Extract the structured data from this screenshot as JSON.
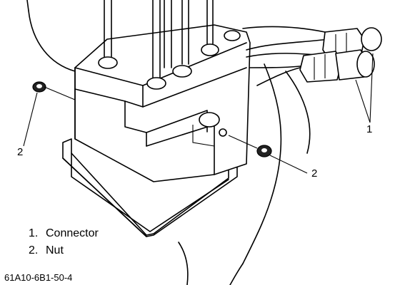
{
  "callouts": {
    "nut_left": "2",
    "nut_right": "2",
    "connector": "1"
  },
  "legend": [
    {
      "number": "1.",
      "text": "Connector"
    },
    {
      "number": "2.",
      "text": "Nut"
    }
  ],
  "figure_code": "61A10-6B1-50-4"
}
